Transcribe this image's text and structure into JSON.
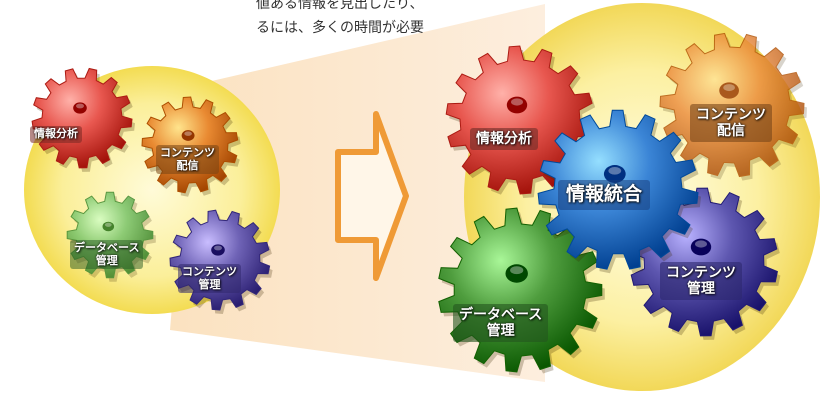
{
  "caption": {
    "line1": "値ある情報を見出したり、",
    "line2": "るには、多くの時間が必要"
  },
  "before_gears": [
    {
      "id": "analysis",
      "lines": [
        "情報分析"
      ],
      "color": "#e8574f"
    },
    {
      "id": "delivery",
      "lines": [
        "コンテンツ",
        "配信"
      ],
      "color": "#e98a32"
    },
    {
      "id": "database",
      "lines": [
        "データベース",
        "管理"
      ],
      "color": "#7ac46a"
    },
    {
      "id": "management",
      "lines": [
        "コンテンツ",
        "管理"
      ],
      "color": "#6f63b6"
    }
  ],
  "after_gears": [
    {
      "id": "analysis",
      "lines": [
        "情報分析"
      ],
      "color": "#e8574f"
    },
    {
      "id": "delivery",
      "lines": [
        "コンテンツ",
        "配信"
      ],
      "color": "#eb8a3c"
    },
    {
      "id": "integration",
      "lines": [
        "情報統合"
      ],
      "color": "#3b85d6"
    },
    {
      "id": "management",
      "lines": [
        "コンテンツ",
        "管理"
      ],
      "color": "#5e57b0"
    },
    {
      "id": "database",
      "lines": [
        "データベース",
        "管理"
      ],
      "color": "#4f9d3e"
    }
  ],
  "arrow": {
    "color": "#f0a03c",
    "direction": "right"
  },
  "colors": {
    "halo": "#f7e46a",
    "beam": "#fde7c9"
  }
}
